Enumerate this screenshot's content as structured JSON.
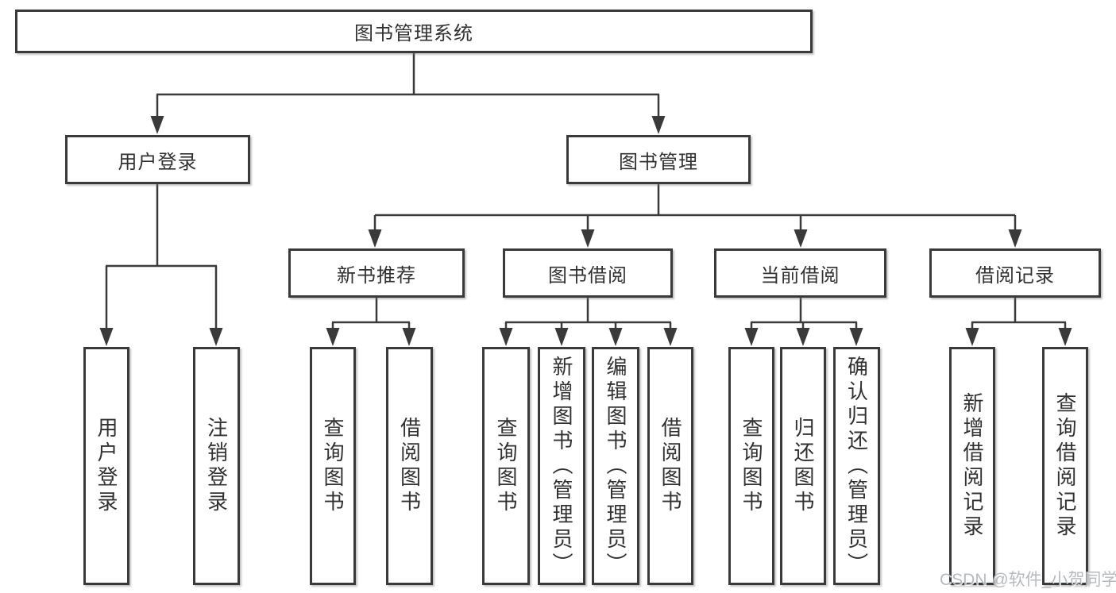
{
  "diagram_title": "图书管理系统",
  "tree": {
    "label": "图书管理系统",
    "children": [
      {
        "label": "用户登录",
        "children": [
          {
            "label": "用户登录"
          },
          {
            "label": "注销登录"
          }
        ]
      },
      {
        "label": "图书管理",
        "children": [
          {
            "label": "新书推荐",
            "children": [
              {
                "label": "查询图书"
              },
              {
                "label": "借阅图书"
              }
            ]
          },
          {
            "label": "图书借阅",
            "children": [
              {
                "label": "查询图书"
              },
              {
                "label": "新增图书（管理员）"
              },
              {
                "label": "编辑图书（管理员）"
              },
              {
                "label": "借阅图书"
              }
            ]
          },
          {
            "label": "当前借阅",
            "children": [
              {
                "label": "查询图书"
              },
              {
                "label": "归还图书"
              },
              {
                "label": "确认归还（管理员）"
              }
            ]
          },
          {
            "label": "借阅记录",
            "children": [
              {
                "label": "新增借阅记录"
              },
              {
                "label": "查询借阅记录"
              }
            ]
          }
        ]
      }
    ]
  },
  "watermark": {
    "text": "CSDN @软件_小贺同学"
  },
  "colors": {
    "line": "#3a3a3a",
    "border": "#3a3a3a",
    "text": "#313131",
    "watermark": "#b2b6ba",
    "background": "#ffffff"
  }
}
